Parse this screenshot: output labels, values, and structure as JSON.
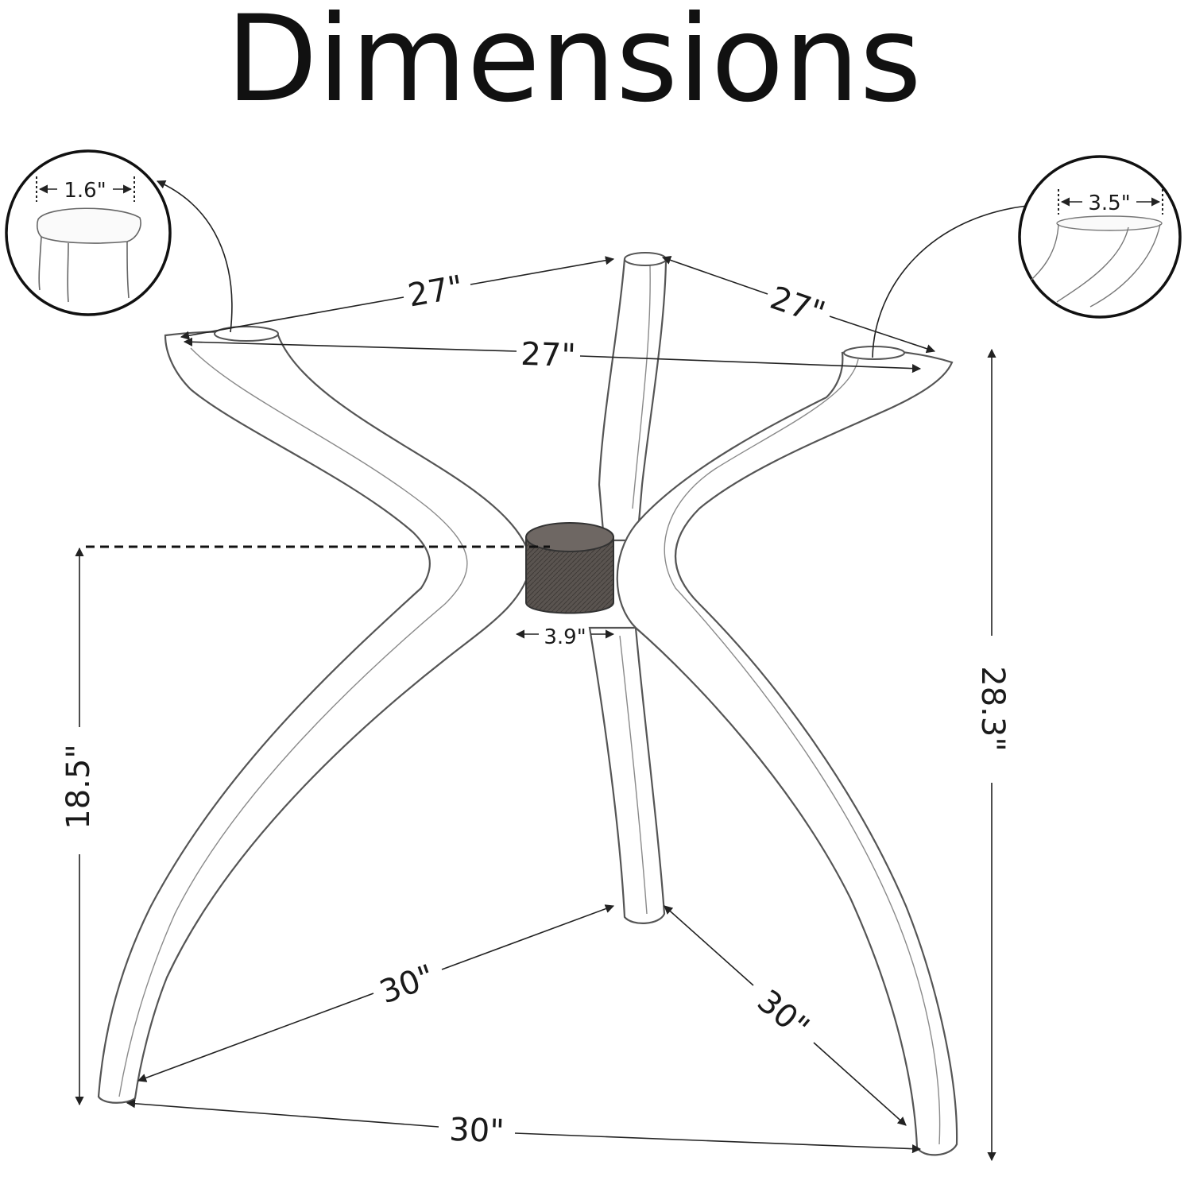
{
  "title": "Dimensions",
  "dimensions": {
    "top_left_span": "27\"",
    "top_right_span": "27\"",
    "top_front_span": "27\"",
    "bottom_left_span": "30\"",
    "bottom_right_span": "30\"",
    "bottom_front_span": "30\"",
    "hub_height": "18.5\"",
    "total_height": "28.3\"",
    "hub_diameter": "3.9\"",
    "leg_top_width": "1.6\"",
    "leg_pad_width": "3.5\""
  }
}
